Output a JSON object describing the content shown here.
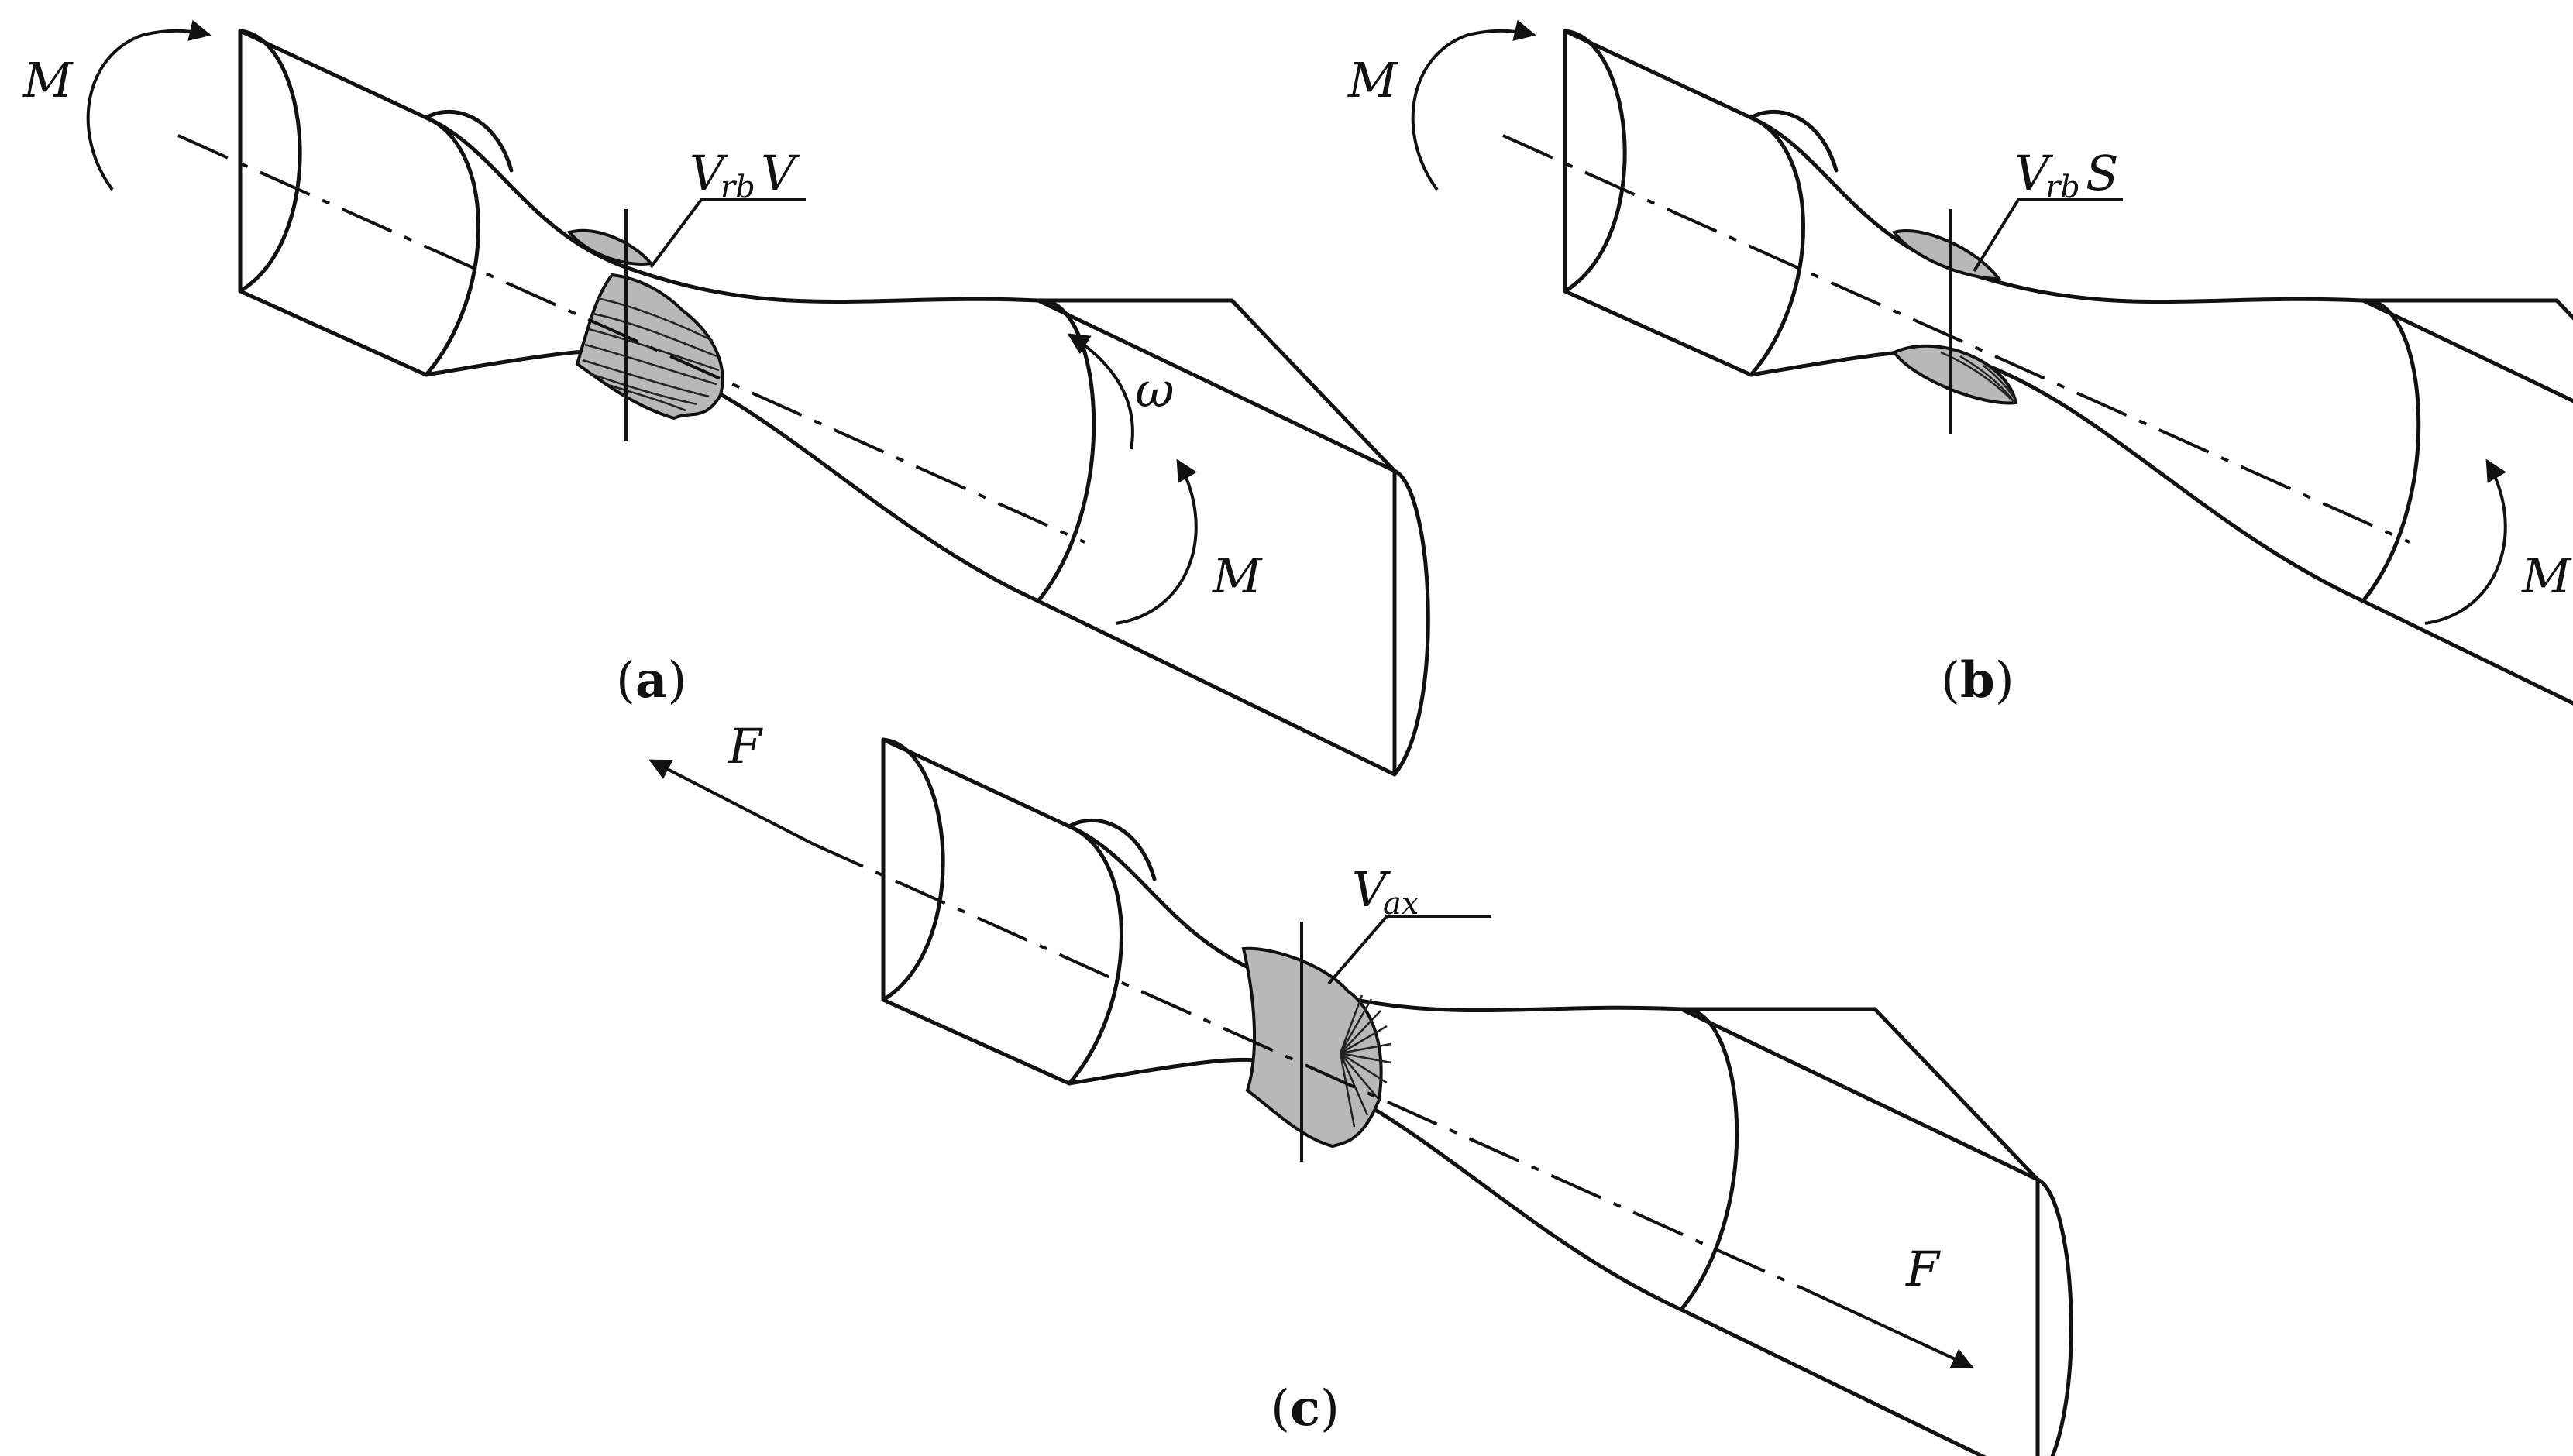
{
  "panels": [
    {
      "id": "a",
      "caption_open": "(",
      "caption_letter": "a",
      "caption_close": ")",
      "moment_label_left": "M",
      "moment_label_right": "M",
      "omega_label": "ω",
      "volume_label_main": "V",
      "volume_label_sub": "rb",
      "volume_label_suffix": "V"
    },
    {
      "id": "b",
      "caption_open": "(",
      "caption_letter": "b",
      "caption_close": ")",
      "moment_label_left": "M",
      "moment_label_right": "M",
      "volume_label_main": "V",
      "volume_label_sub": "rb",
      "volume_label_suffix": "S"
    },
    {
      "id": "c",
      "caption_open": "(",
      "caption_letter": "c",
      "caption_close": ")",
      "force_label_left": "F",
      "force_label_right": "F",
      "volume_label_main": "V",
      "volume_label_sub": "ax"
    }
  ],
  "colors": {
    "line": "#111111",
    "shade": "#b8b8b8",
    "background": "#ffffff"
  }
}
